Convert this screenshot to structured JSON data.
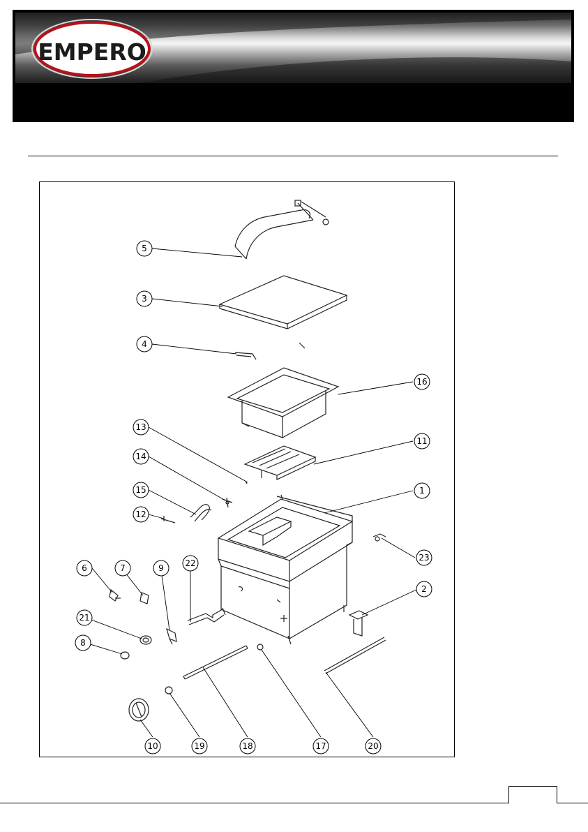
{
  "brand": {
    "name": "EMPERO"
  },
  "callouts": [
    {
      "n": "5"
    },
    {
      "n": "3"
    },
    {
      "n": "4"
    },
    {
      "n": "16"
    },
    {
      "n": "13"
    },
    {
      "n": "11"
    },
    {
      "n": "14"
    },
    {
      "n": "1"
    },
    {
      "n": "15"
    },
    {
      "n": "12"
    },
    {
      "n": "23"
    },
    {
      "n": "6"
    },
    {
      "n": "7"
    },
    {
      "n": "9"
    },
    {
      "n": "22"
    },
    {
      "n": "2"
    },
    {
      "n": "21"
    },
    {
      "n": "8"
    },
    {
      "n": "10"
    },
    {
      "n": "19"
    },
    {
      "n": "18"
    },
    {
      "n": "17"
    },
    {
      "n": "20"
    }
  ]
}
